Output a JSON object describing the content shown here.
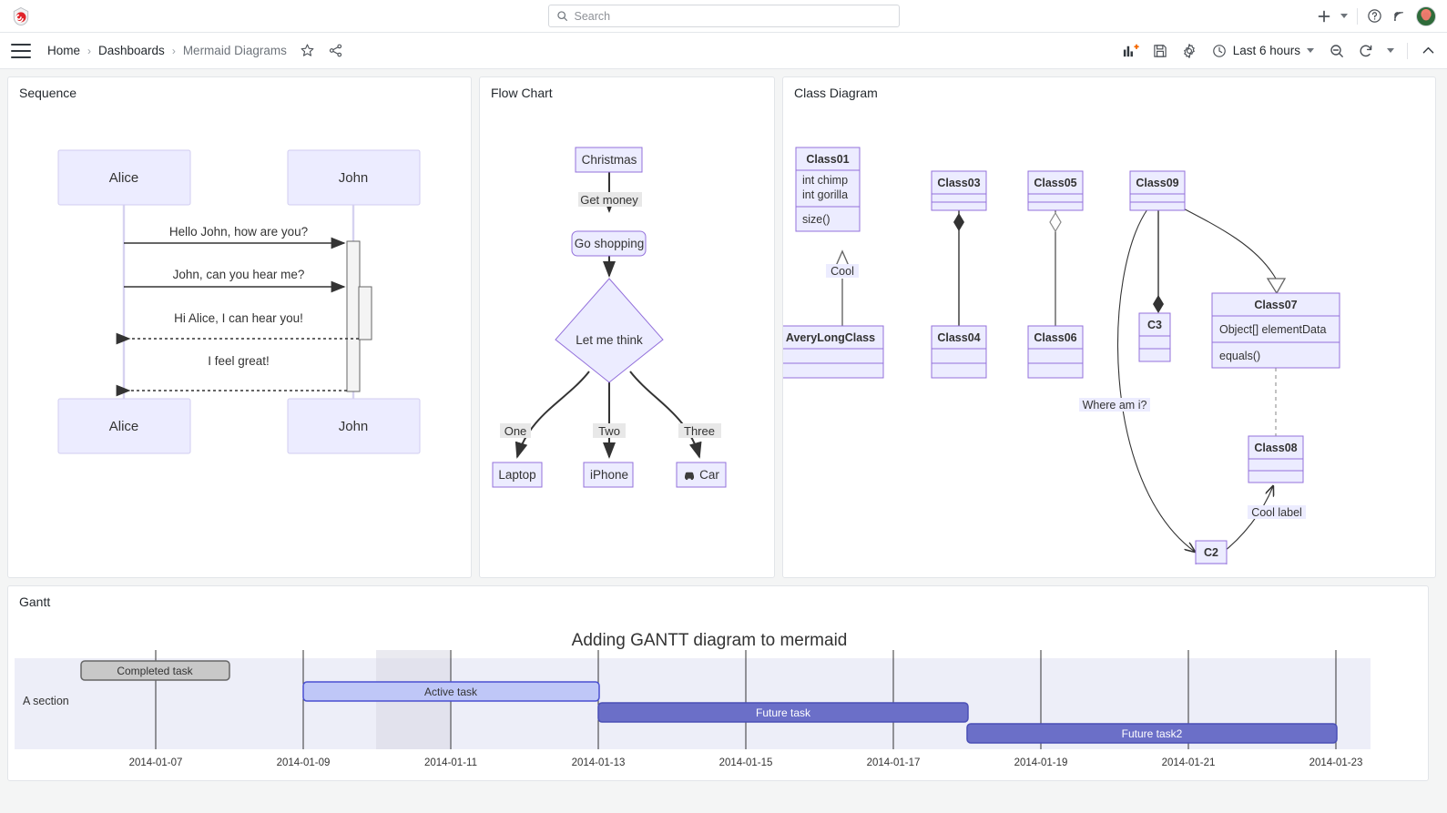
{
  "app": {
    "logo_name": "grafana-logo",
    "search": {
      "placeholder": "Search",
      "value": ""
    },
    "topbar_icons": [
      "plus-icon",
      "chevron-down-icon",
      "help-icon",
      "news-icon",
      "avatar"
    ],
    "add_label": "+",
    "avatar_name": "user-avatar"
  },
  "breadcrumb": {
    "items": [
      {
        "label": "Home",
        "dim": false
      },
      {
        "label": "Dashboards",
        "dim": false
      },
      {
        "label": "Mermaid Diagrams",
        "dim": true
      }
    ],
    "separator": "›",
    "star_icon": "star-icon",
    "share_icon": "share-icon"
  },
  "toolbar": {
    "add_panel_icon": "add-panel-icon",
    "save_icon": "save-icon",
    "settings_icon": "gear-icon",
    "time_range": "Last 6 hours",
    "clock_icon": "clock-icon",
    "zoom_out_icon": "zoom-out-icon",
    "refresh_icon": "refresh-icon",
    "refresh_dropdown_icon": "chevron-down-icon",
    "collapse_icon": "chevron-up-icon"
  },
  "panels": {
    "sequence": {
      "title": "Sequence"
    },
    "flow": {
      "title": "Flow Chart"
    },
    "class": {
      "title": "Class Diagram"
    },
    "gantt": {
      "title": "Gantt"
    }
  },
  "chart_data": [
    {
      "type": "diagram",
      "diagram_kind": "sequence",
      "title": "Sequence",
      "actors": [
        "Alice",
        "John"
      ],
      "messages": [
        {
          "from": "Alice",
          "to": "John",
          "text": "Hello John, how are you?",
          "style": "solid",
          "direction": "right"
        },
        {
          "from": "Alice",
          "to": "John",
          "text": "John, can you hear me?",
          "style": "solid",
          "direction": "right"
        },
        {
          "from": "John",
          "to": "Alice",
          "text": "Hi Alice, I can hear you!",
          "style": "dashed",
          "direction": "left"
        },
        {
          "from": "John",
          "to": "Alice",
          "text": "I feel great!",
          "style": "dashed",
          "direction": "left"
        }
      ],
      "activations": 2
    },
    {
      "type": "diagram",
      "diagram_kind": "flowchart",
      "title": "Flow Chart",
      "nodes": [
        {
          "id": "A",
          "label": "Christmas",
          "shape": "rect"
        },
        {
          "id": "B",
          "label": "Go shopping",
          "shape": "rounded"
        },
        {
          "id": "C",
          "label": "Let me think",
          "shape": "diamond"
        },
        {
          "id": "D",
          "label": "Laptop",
          "shape": "rect"
        },
        {
          "id": "E",
          "label": "iPhone",
          "shape": "rect"
        },
        {
          "id": "F",
          "label": "Car",
          "shape": "rect",
          "icon": "car-icon"
        }
      ],
      "edges": [
        {
          "from": "A",
          "to": "B",
          "label": "Get money"
        },
        {
          "from": "B",
          "to": "C",
          "label": ""
        },
        {
          "from": "C",
          "to": "D",
          "label": "One"
        },
        {
          "from": "C",
          "to": "E",
          "label": "Two"
        },
        {
          "from": "C",
          "to": "F",
          "label": "Three"
        }
      ]
    },
    {
      "type": "diagram",
      "diagram_kind": "class",
      "title": "Class Diagram",
      "classes": [
        {
          "name": "Class01",
          "attributes": [
            "int chimp",
            "int gorilla"
          ],
          "methods": [
            "size()"
          ]
        },
        {
          "name": "AveryLongClass",
          "attributes": [],
          "methods": []
        },
        {
          "name": "Class03",
          "attributes": [],
          "methods": []
        },
        {
          "name": "Class04",
          "attributes": [],
          "methods": []
        },
        {
          "name": "Class05",
          "attributes": [],
          "methods": []
        },
        {
          "name": "Class06",
          "attributes": [],
          "methods": []
        },
        {
          "name": "Class07",
          "attributes": [
            "Object[] elementData"
          ],
          "methods": [
            "equals()"
          ]
        },
        {
          "name": "Class08",
          "attributes": [],
          "methods": []
        },
        {
          "name": "Class09",
          "attributes": [],
          "methods": []
        },
        {
          "name": "C2",
          "attributes": [],
          "methods": []
        },
        {
          "name": "C3",
          "attributes": [],
          "methods": []
        }
      ],
      "relations": [
        {
          "from": "Class01",
          "to": "AveryLongClass",
          "type": "inheritance",
          "label": "Cool"
        },
        {
          "from": "Class03",
          "to": "Class04",
          "type": "composition",
          "label": ""
        },
        {
          "from": "Class05",
          "to": "Class06",
          "type": "aggregation",
          "label": ""
        },
        {
          "from": "Class09",
          "to": "C2",
          "type": "association",
          "label": "Where am i?"
        },
        {
          "from": "Class09",
          "to": "C3",
          "type": "composition",
          "label": ""
        },
        {
          "from": "Class09",
          "to": "Class07",
          "type": "realization",
          "label": ""
        },
        {
          "from": "Class07",
          "to": "Class08",
          "type": "dependency",
          "label": ""
        },
        {
          "from": "Class08",
          "to": "C2",
          "type": "association",
          "label": "Cool label"
        }
      ]
    },
    {
      "type": "gantt",
      "title": "Adding GANTT diagram to mermaid",
      "sections": [
        "A section"
      ],
      "axis_ticks": [
        "2014-01-07",
        "2014-01-09",
        "2014-01-11",
        "2014-01-13",
        "2014-01-15",
        "2014-01-17",
        "2014-01-19",
        "2014-01-21",
        "2014-01-23"
      ],
      "xlim": [
        "2014-01-06",
        "2014-01-23"
      ],
      "tasks": [
        {
          "name": "Completed task",
          "status": "done",
          "start": "2014-01-06",
          "end": "2014-01-08",
          "color": "#c8c8c8"
        },
        {
          "name": "Active task",
          "status": "active",
          "start": "2014-01-09",
          "end": "2014-01-13",
          "color": "#bfc7f7"
        },
        {
          "name": "Future task",
          "status": "future",
          "start": "2014-01-13",
          "end": "2014-01-18",
          "color": "#6b6fc8"
        },
        {
          "name": "Future task2",
          "status": "future",
          "start": "2014-01-18",
          "end": "2014-01-23",
          "color": "#6b6fc8"
        }
      ],
      "section_band_color": "#edeef8",
      "weekend_band": {
        "start": "2014-01-10",
        "end": "2014-01-11"
      }
    }
  ],
  "colors": {
    "node_fill": "#ECECFF",
    "node_stroke": "#9370DB",
    "edge_label_bg": "#e8e8e8",
    "accent": "#f46800"
  }
}
